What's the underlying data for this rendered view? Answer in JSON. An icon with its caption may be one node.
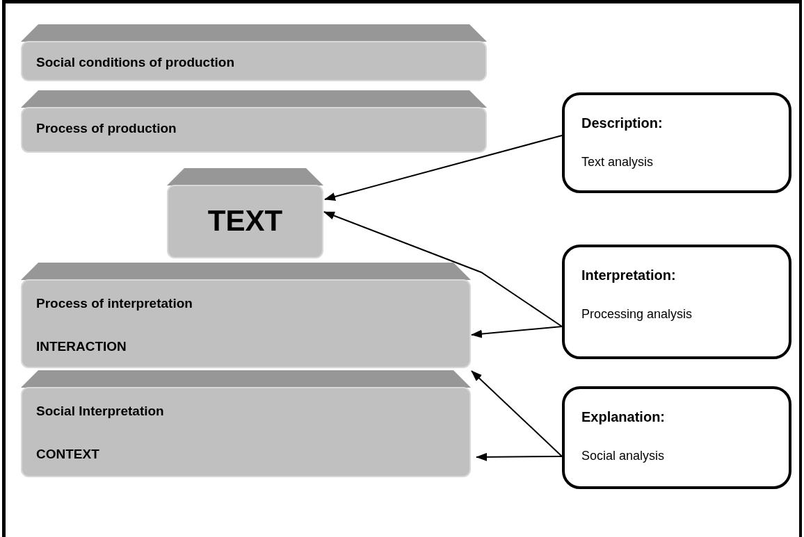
{
  "diagram": {
    "nodes": [
      {
        "text": [
          "Social conditions of production"
        ]
      },
      {
        "text": [
          "Process of production"
        ]
      },
      {
        "text": [
          "TEXT"
        ]
      },
      {
        "text": [
          "Process of interpretation",
          "INTERACTION"
        ]
      },
      {
        "text": [
          "Social Interpretation",
          "CONTEXT"
        ]
      },
      {
        "text": [
          "Description:",
          "Text analysis"
        ]
      },
      {
        "text": [
          "Interpretation:",
          "Processing analysis"
        ]
      },
      {
        "text": [
          "Explanation:",
          "Social analysis"
        ]
      }
    ],
    "edges": [
      {
        "from": 5,
        "to": 2,
        "arrow": "to"
      },
      {
        "from": 6,
        "to": 2,
        "arrow": "to"
      },
      {
        "from": 6,
        "to": 3,
        "arrow": "to"
      },
      {
        "from": 7,
        "to": 3,
        "arrow": "to"
      },
      {
        "from": 7,
        "to": 4,
        "arrow": "to"
      }
    ]
  }
}
